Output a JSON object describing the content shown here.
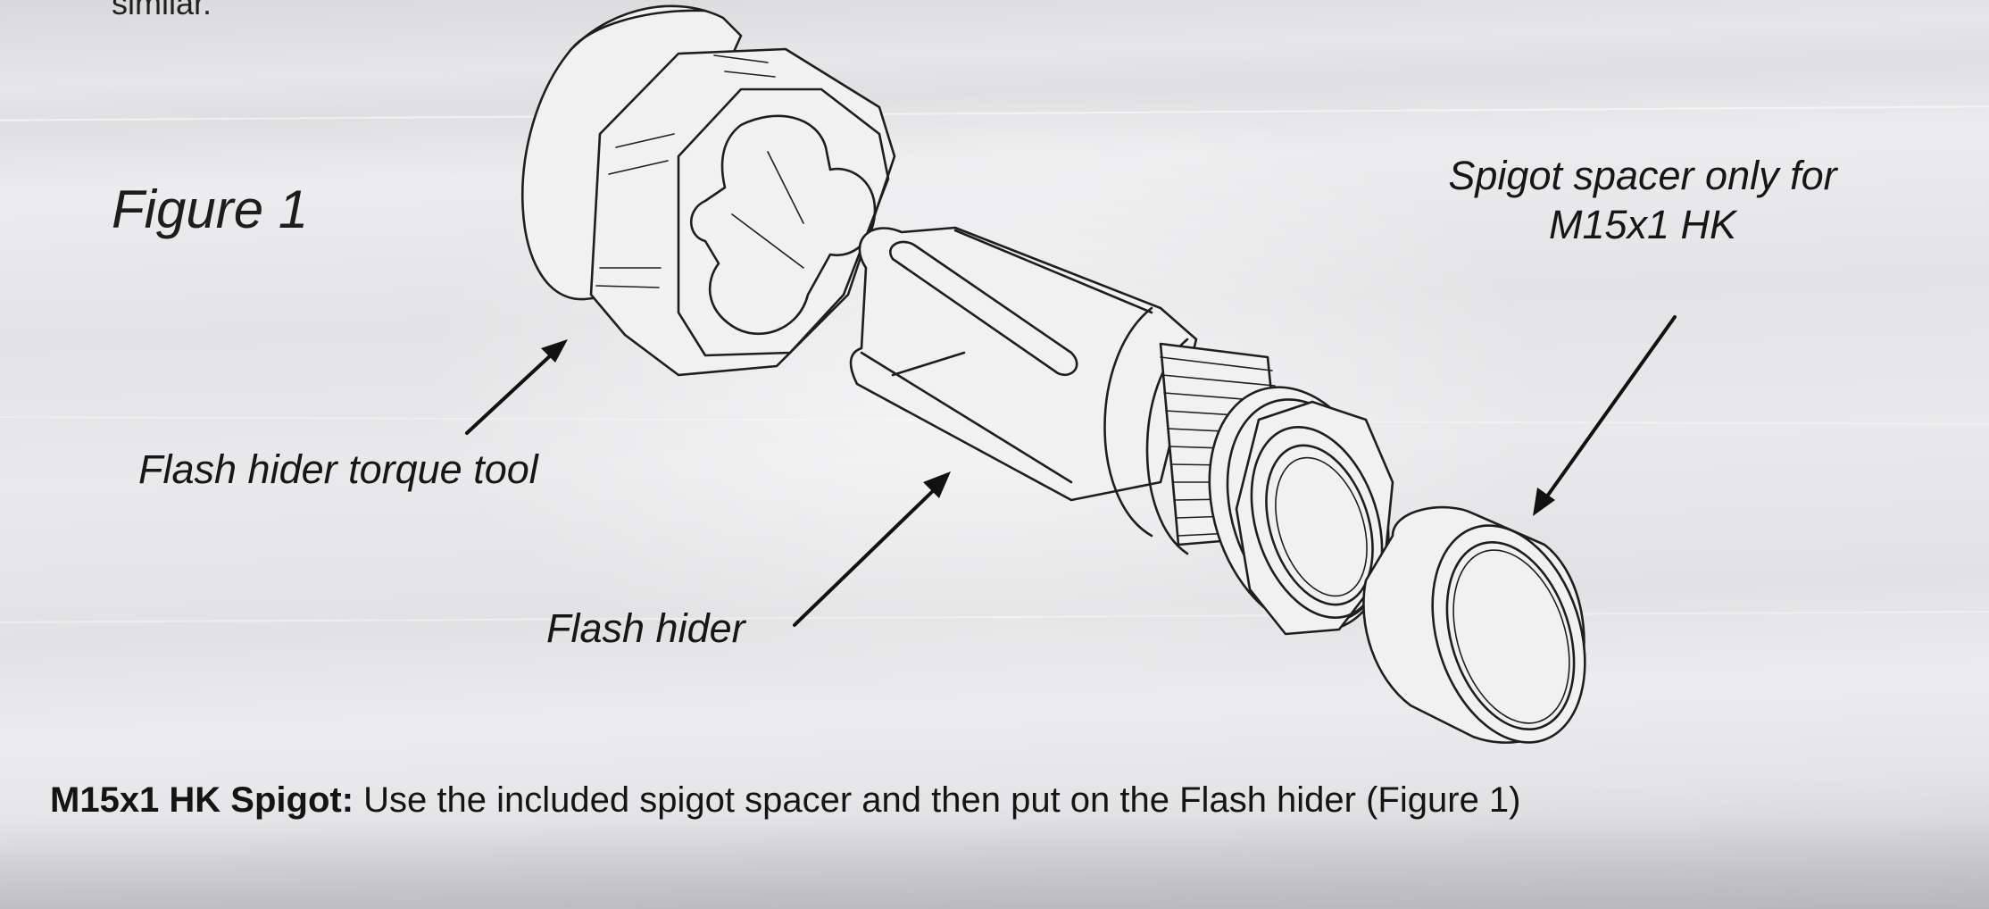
{
  "page": {
    "top_text": "similar.",
    "figure_label": "Figure 1"
  },
  "labels": {
    "torque_tool": "Flash hider torque tool",
    "flash_hider": "Flash hider",
    "spacer_line1": "Spigot spacer only for",
    "spacer_line2": "M15x1 HK"
  },
  "caption": {
    "bold": "M15x1 HK Spigot:",
    "text": " Use the included spigot spacer and then put on the Flash hider (Figure 1)"
  }
}
